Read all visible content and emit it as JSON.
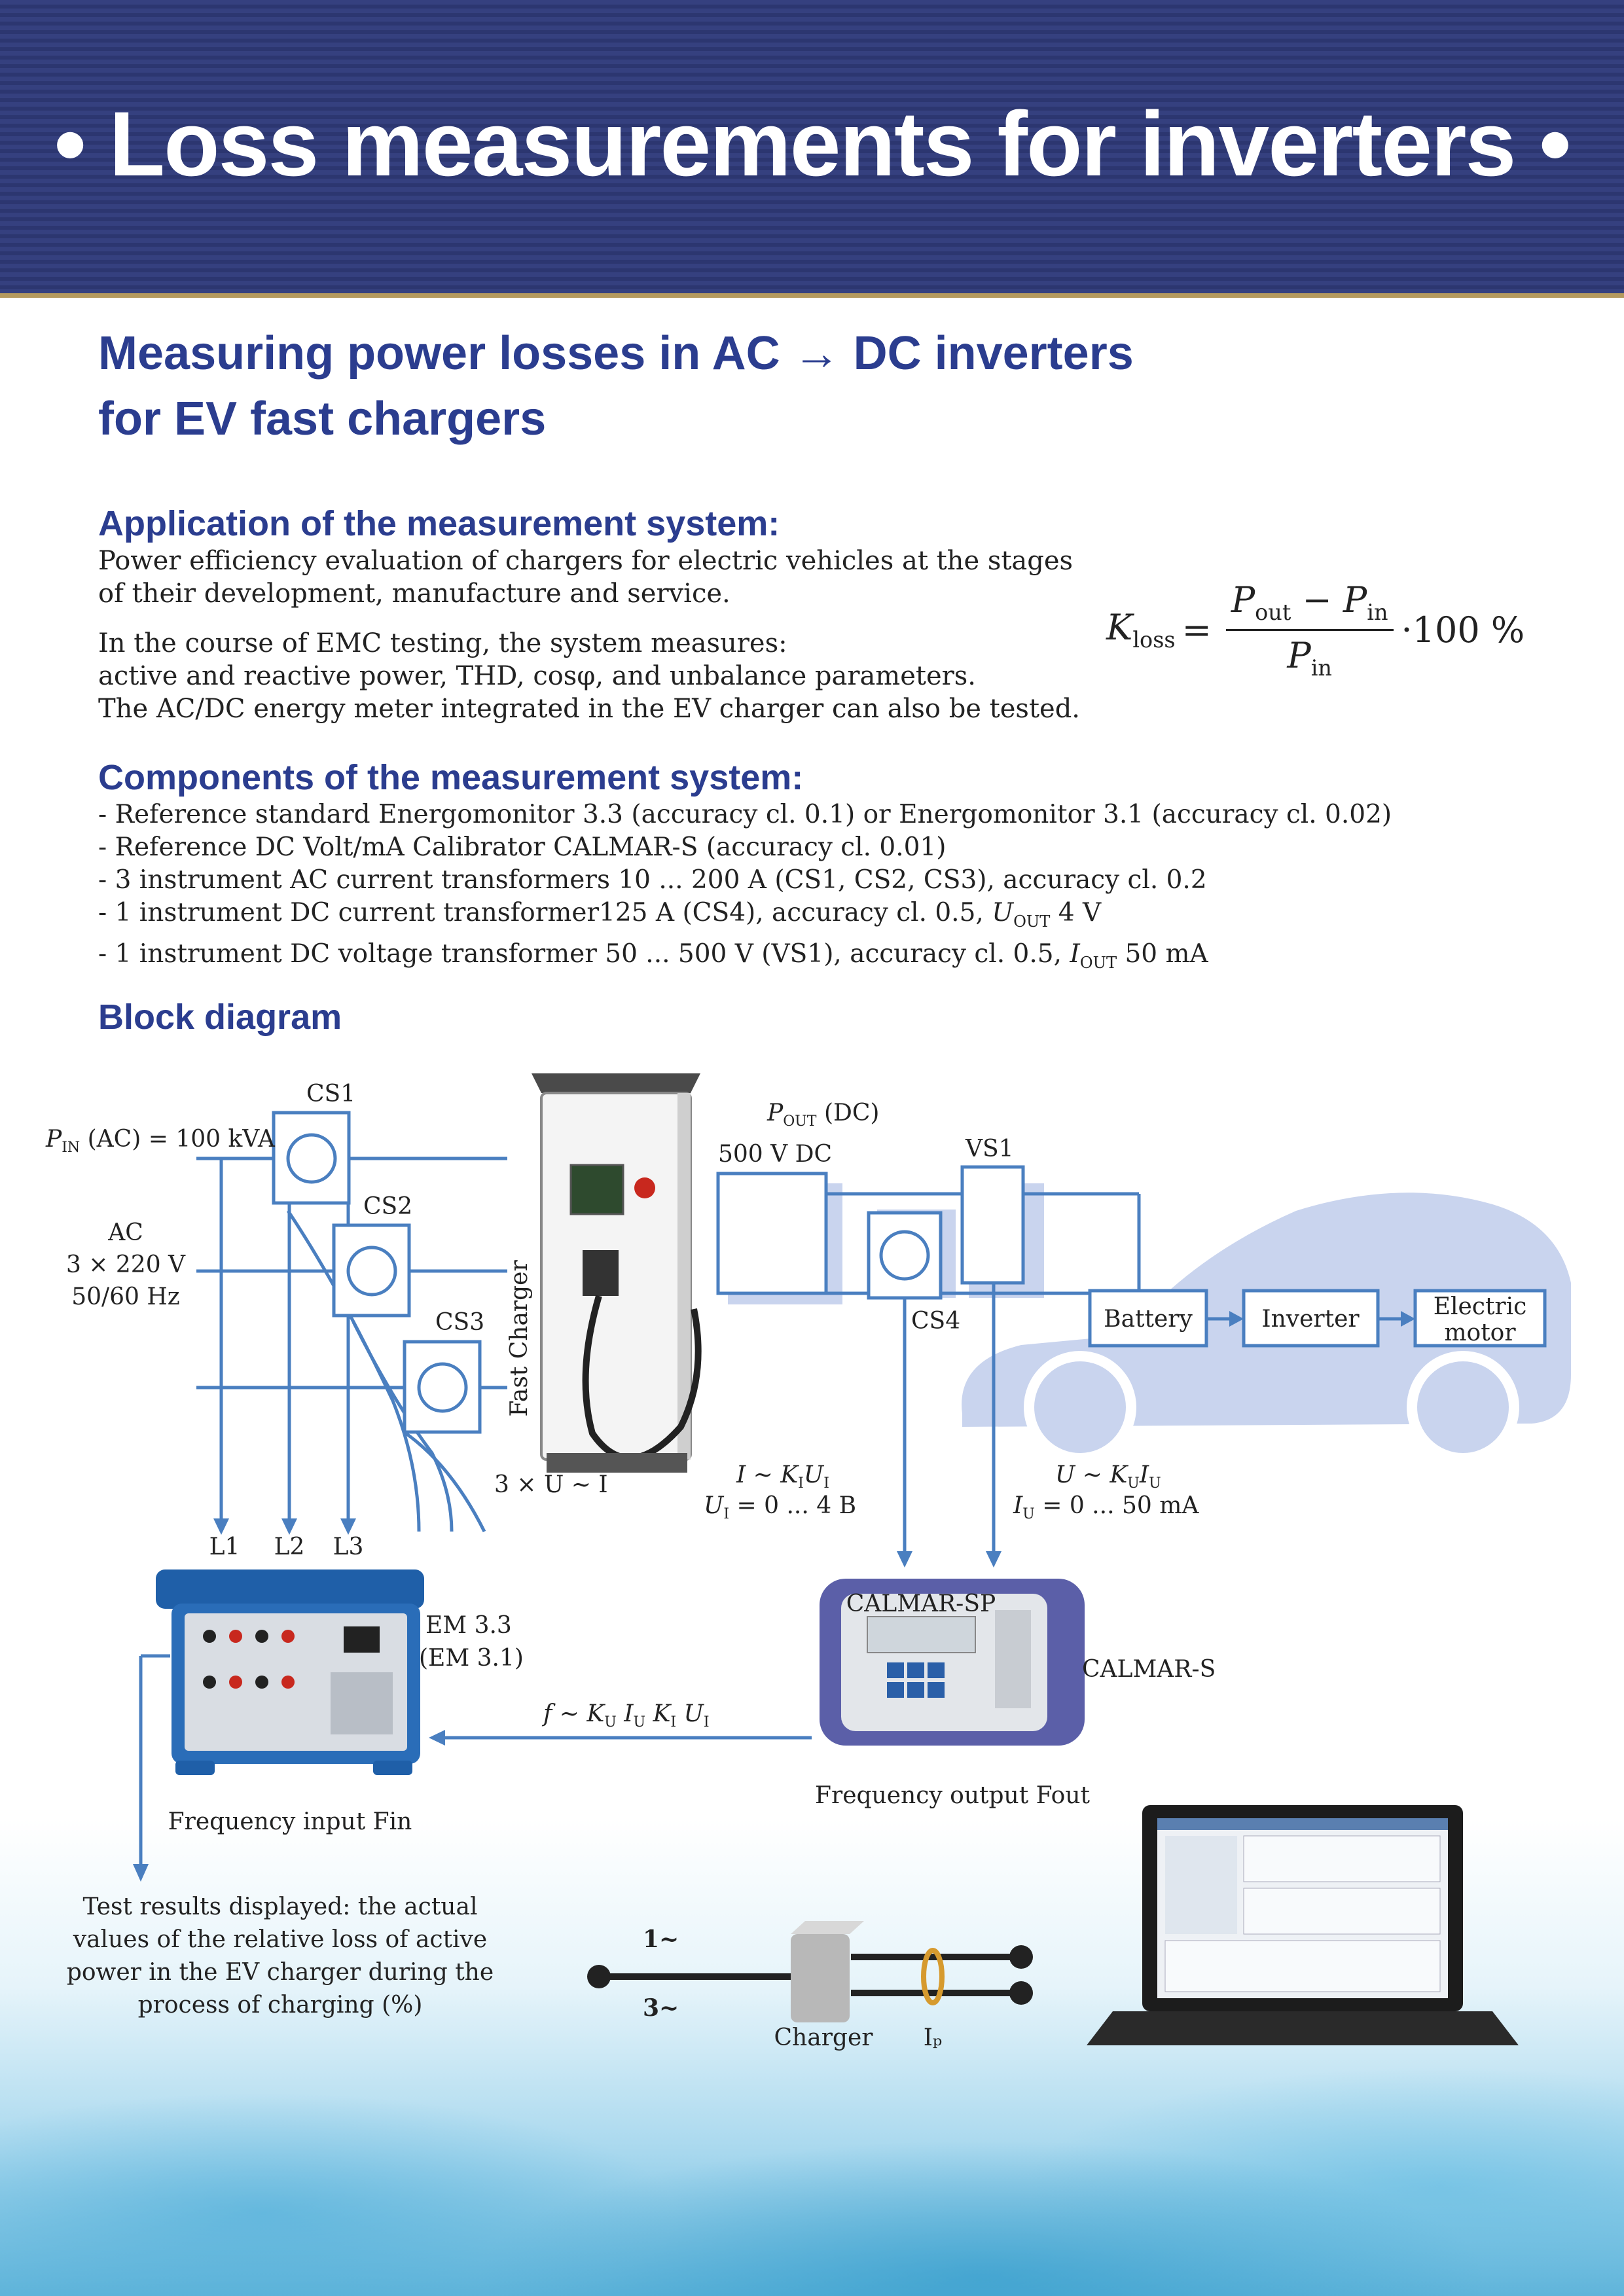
{
  "header": {
    "title": "• Loss measurements for inverters •"
  },
  "main_title": {
    "line1": "Measuring power losses in AC → DC inverters",
    "line2": "for EV fast chargers"
  },
  "application": {
    "heading": "Application of the measurement system:",
    "para1_line1": "Power efficiency evaluation of chargers for electric vehicles at the stages",
    "para1_line2": "of their development, manufacture and service.",
    "para2_line1": "In the course of EMC testing, the system measures:",
    "para2_line2": "active and reactive power, THD, cosφ, and unbalance parameters.",
    "para2_line3": "The AC/DC energy meter integrated in the EV charger can also be tested."
  },
  "formula": {
    "lhs": "K",
    "lhs_sub": "loss",
    "eq": "=",
    "num_a": "P",
    "num_a_sub": "out",
    "minus": " − ",
    "num_b": "P",
    "num_b_sub": "in",
    "den": "P",
    "den_sub": "in",
    "tail": "·100 %"
  },
  "components": {
    "heading": "Components of the measurement system:",
    "items": [
      "- Reference standard Energomonitor 3.3 (accuracy cl. 0.1) or Energomonitor 3.1 (accuracy cl. 0.02)",
      "- Reference DC Volt/mA Calibrator CALMAR-S (accuracy cl. 0.01)",
      "- 3 instrument AC current transformers 10 ... 200 A (CS1, CS2, CS3), accuracy cl. 0.2"
    ],
    "item4_pre": "- 1 instrument DC current transformer125 A (CS4), accuracy cl. 0.5, ",
    "item4_sym": "U",
    "item4_sub": "OUT",
    "item4_post": " 4 V",
    "item5_pre": "- 1 instrument DC voltage transformer 50 ... 500 V (VS1), accuracy cl. 0.5, ",
    "item5_sym": "I",
    "item5_sub": "OUT",
    "item5_post": " 50 mA"
  },
  "block_diagram": {
    "heading": "Block diagram",
    "pin_sym": "P",
    "pin_sub": "IN",
    "pin_rest": " (AC) = 100 kVA",
    "ac_line1": "AC",
    "ac_line2": "3 × 220 V",
    "ac_line3": "50/60 Hz",
    "cs1": "CS1",
    "cs2": "CS2",
    "cs3": "CS3",
    "cs4": "CS4",
    "vs1": "VS1",
    "fast_charger": "Fast Charger",
    "pout_sym": "P",
    "pout_sub": "OUT",
    "pout_rest": " (DC)",
    "dc_voltage": "500 V DC",
    "battery": "Battery",
    "inverter": "Inverter",
    "motor_line1": "Electric",
    "motor_line2": "motor",
    "three_ui": "3 × U ~ I",
    "i_rel": "I ~ K",
    "i_rel_sub": "I",
    "i_rel_end": "U",
    "i_rel_end_sub": "I",
    "ui_range_sym": "U",
    "ui_range_sub": "I",
    "ui_range": " = 0 ... 4 B",
    "u_rel": "U ~ K",
    "u_rel_sub": "U",
    "u_rel_end": "I",
    "u_rel_end_sub": "U",
    "iu_range_sym": "I",
    "iu_range_sub": "U",
    "iu_range": " = 0 ... 50 mA",
    "l1": "L1",
    "l2": "L2",
    "l3": "L3",
    "em_line1": "EM 3.3",
    "em_line2": "(EM 3.1)",
    "calmar": "CALMAR-S",
    "calmar_screen": "CALMAR-SP",
    "freq_rel": "f ~ K",
    "freq_rel_ku": "U",
    "freq_rel_iu": " I",
    "freq_rel_iu_sub": "U",
    "freq_rel_k": " K",
    "freq_rel_ki": "I",
    "freq_rel_u": " U",
    "freq_rel_ui": "I",
    "freq_output": "Frequency output Fout",
    "freq_input": "Frequency input Fin",
    "results_line1": "Test results displayed: the actual",
    "results_line2": "values of the relative loss of active",
    "results_line3": "power in the EV charger during the",
    "results_line4": "process of charging (%)",
    "phase1": "1~",
    "phase3": "3~",
    "charger_label": "Charger",
    "ip_label": "Iₚ"
  },
  "colors": {
    "banner": "#2f3a76",
    "heading": "#2b3d8f",
    "diagram_line": "#4a7fc0",
    "shadow": "#c9d4ee",
    "gold": "#b59a5e"
  }
}
